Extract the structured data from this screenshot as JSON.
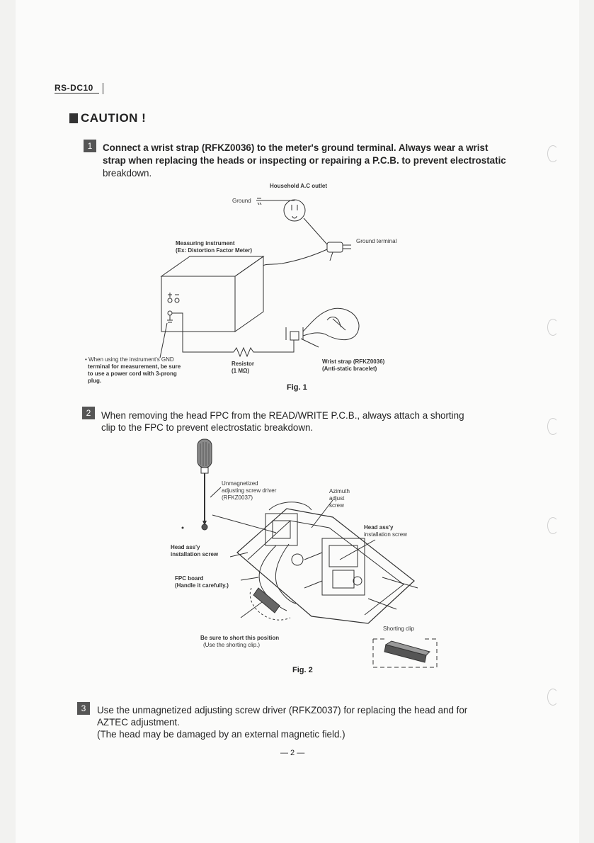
{
  "header": {
    "model": "RS-DC10"
  },
  "caution": {
    "title": "CAUTION !"
  },
  "section1": {
    "number": "1",
    "line1": "Connect a wrist strap (RFKZ0036) to the meter's ground terminal.  Always wear a wrist",
    "line2": "strap when replacing the heads or inspecting or repairing a P.C.B. to prevent electrostatic",
    "line3": "breakdown."
  },
  "fig1": {
    "outlet": "Household A.C outlet",
    "ground": "Ground",
    "ground_terminal": "Ground terminal",
    "instrument_1": "Measuring instrument",
    "instrument_2": "(Ex: Distortion Factor Meter)",
    "note_1": "• When using the instrument's GND",
    "note_2": "terminal for measurement, be sure",
    "note_3": "to use a power cord with 3-prong",
    "note_4": "plug.",
    "resistor_1": "Resistor",
    "resistor_2": "(1 MΩ)",
    "wrist_1": "Wrist strap (RFKZ0036)",
    "wrist_2": "(Anti-static bracelet)",
    "caption": "Fig. 1"
  },
  "section2": {
    "number": "2",
    "line1": "When removing the head FPC from the READ/WRITE P.C.B., always attach a shorting",
    "line2": "clip to the FPC to prevent electrostatic breakdown."
  },
  "fig2": {
    "driver_1": "Unmagnetized",
    "driver_2": "adjusting screw driver",
    "driver_3": "(RFKZ0037)",
    "azimuth_1": "Azimuth",
    "azimuth_2": "adjust",
    "azimuth_3": "screw",
    "head_r_1": "Head ass'y",
    "head_r_2": "installation screw",
    "head_l_1": "Head ass'y",
    "head_l_2": "installation screw",
    "fpc_1": "FPC board",
    "fpc_2": "(Handle it carefully.)",
    "short_1": "Be sure to short this position",
    "short_2": "(Use the shorting clip.)",
    "clip": "Shorting clip",
    "caption": "Fig. 2"
  },
  "section3": {
    "number": "3",
    "line1": "Use the unmagnetized adjusting screw driver (RFKZ0037) for replacing the head and for",
    "line2": "AZTEC adjustment.",
    "line3": "(The head may be damaged by an external magnetic field.)"
  },
  "footer": {
    "page": "— 2 —"
  }
}
